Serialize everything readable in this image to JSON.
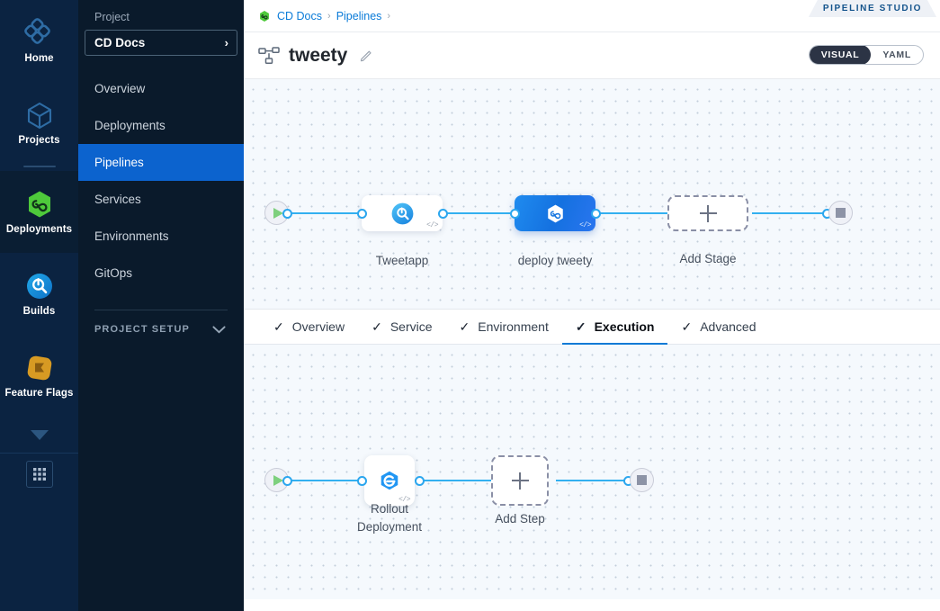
{
  "rail": {
    "items": [
      {
        "label": "Home",
        "icon": "home-diamond-icon",
        "active": false
      },
      {
        "label": "Projects",
        "icon": "cube-icon",
        "active": false
      },
      {
        "label": "Deployments",
        "icon": "deployments-hex-icon",
        "active": true
      },
      {
        "label": "Builds",
        "icon": "builds-circle-icon",
        "active": false
      },
      {
        "label": "Feature Flags",
        "icon": "feature-flags-icon",
        "active": false
      }
    ],
    "more_icon": "chevron-down-icon",
    "grid_icon": "grid-apps-icon"
  },
  "sidebar": {
    "section_title": "Project",
    "project_name": "CD Docs",
    "project_chevron": "›",
    "items": [
      {
        "label": "Overview",
        "active": false
      },
      {
        "label": "Deployments",
        "active": false
      },
      {
        "label": "Pipelines",
        "active": true
      },
      {
        "label": "Services",
        "active": false
      },
      {
        "label": "Environments",
        "active": false
      },
      {
        "label": "GitOps",
        "active": false
      }
    ],
    "setup_label": "PROJECT SETUP",
    "setup_chevron": "chevron-down-icon"
  },
  "header": {
    "breadcrumbs": [
      {
        "label": "CD Docs"
      },
      {
        "label": "Pipelines"
      }
    ],
    "separator": "›",
    "studio_badge": "PIPELINE STUDIO",
    "pipeline_title": "tweety",
    "pipeline_icon": "pipeline-nodes-icon",
    "edit_icon": "pencil-icon",
    "mode_toggle": [
      {
        "label": "VISUAL",
        "active": true
      },
      {
        "label": "YAML",
        "active": false
      }
    ]
  },
  "stage_canvas": {
    "start_node": {
      "name": "start-node",
      "icon": "play-icon"
    },
    "end_node": {
      "name": "end-node",
      "icon": "stop-icon"
    },
    "stages": [
      {
        "label": "Tweetapp",
        "icon": "builds-circle-icon",
        "type": "ci",
        "selected": false,
        "code_badge": "</>"
      },
      {
        "label": "deploy tweety",
        "icon": "deployments-hex-icon",
        "type": "cd",
        "selected": true,
        "code_badge": "</>"
      }
    ],
    "add_stage": {
      "label": "Add Stage",
      "icon": "plus-icon"
    }
  },
  "tabs": [
    {
      "label": "Overview",
      "check": "✓",
      "active": false
    },
    {
      "label": "Service",
      "check": "✓",
      "active": false
    },
    {
      "label": "Environment",
      "check": "✓",
      "active": false
    },
    {
      "label": "Execution",
      "check": "✓",
      "active": true
    },
    {
      "label": "Advanced",
      "check": "✓",
      "active": false
    }
  ],
  "step_canvas": {
    "start_node": {
      "name": "start-node",
      "icon": "play-icon"
    },
    "end_node": {
      "name": "end-node",
      "icon": "stop-icon"
    },
    "steps": [
      {
        "label": "Rollout\nDeployment",
        "icon": "rollout-deployment-icon",
        "code_badge": "</>"
      }
    ],
    "add_step": {
      "label": "Add Step",
      "icon": "plus-icon"
    }
  },
  "colors": {
    "accent_blue": "#0c63ce",
    "edge_blue": "#33b0f0",
    "rail_bg": "#0b2341",
    "nav_bg": "#0a1a2b",
    "canvas_bg": "#f5f9fd",
    "tab_active": "#0b7ad6",
    "green": "#4dc952"
  }
}
